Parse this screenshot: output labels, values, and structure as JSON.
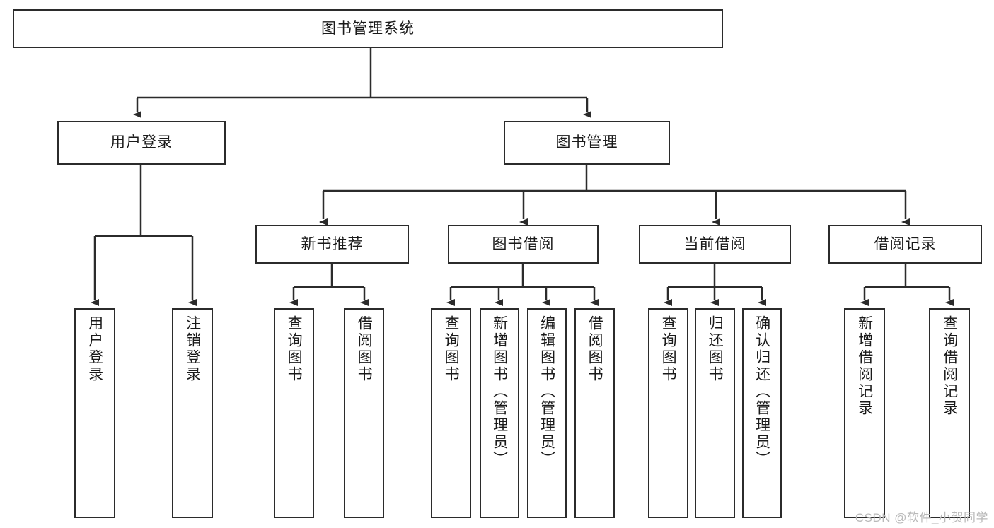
{
  "diagram": {
    "title": "图书管理系统",
    "type": "tree-hierarchy-diagram",
    "colors": {
      "stroke": "#2b2b2b",
      "fill": "#ffffff",
      "text": "#1a1a1a",
      "watermark": "#b9b9b9"
    },
    "nodes": {
      "root": {
        "label": "图书管理系统"
      },
      "level2": [
        {
          "label": "用户登录"
        },
        {
          "label": "图书管理"
        }
      ],
      "level3": [
        {
          "label": "新书推荐"
        },
        {
          "label": "图书借阅"
        },
        {
          "label": "当前借阅"
        },
        {
          "label": "借阅记录"
        }
      ],
      "leaves_user_login": [
        {
          "label": "用户登录"
        },
        {
          "label": "注销登录"
        }
      ],
      "leaves_new_book": [
        {
          "label": "查询图书"
        },
        {
          "label": "借阅图书"
        }
      ],
      "leaves_borrow": [
        {
          "label": "查询图书"
        },
        {
          "label": "新增图书（管理员）"
        },
        {
          "label": "编辑图书（管理员）"
        },
        {
          "label": "借阅图书"
        }
      ],
      "leaves_current": [
        {
          "label": "查询图书"
        },
        {
          "label": "归还图书"
        },
        {
          "label": "确认归还（管理员）"
        }
      ],
      "leaves_records": [
        {
          "label": "新增借阅记录"
        },
        {
          "label": "查询借阅记录"
        }
      ]
    },
    "watermark": "CSDN @软件_小贺同学"
  }
}
